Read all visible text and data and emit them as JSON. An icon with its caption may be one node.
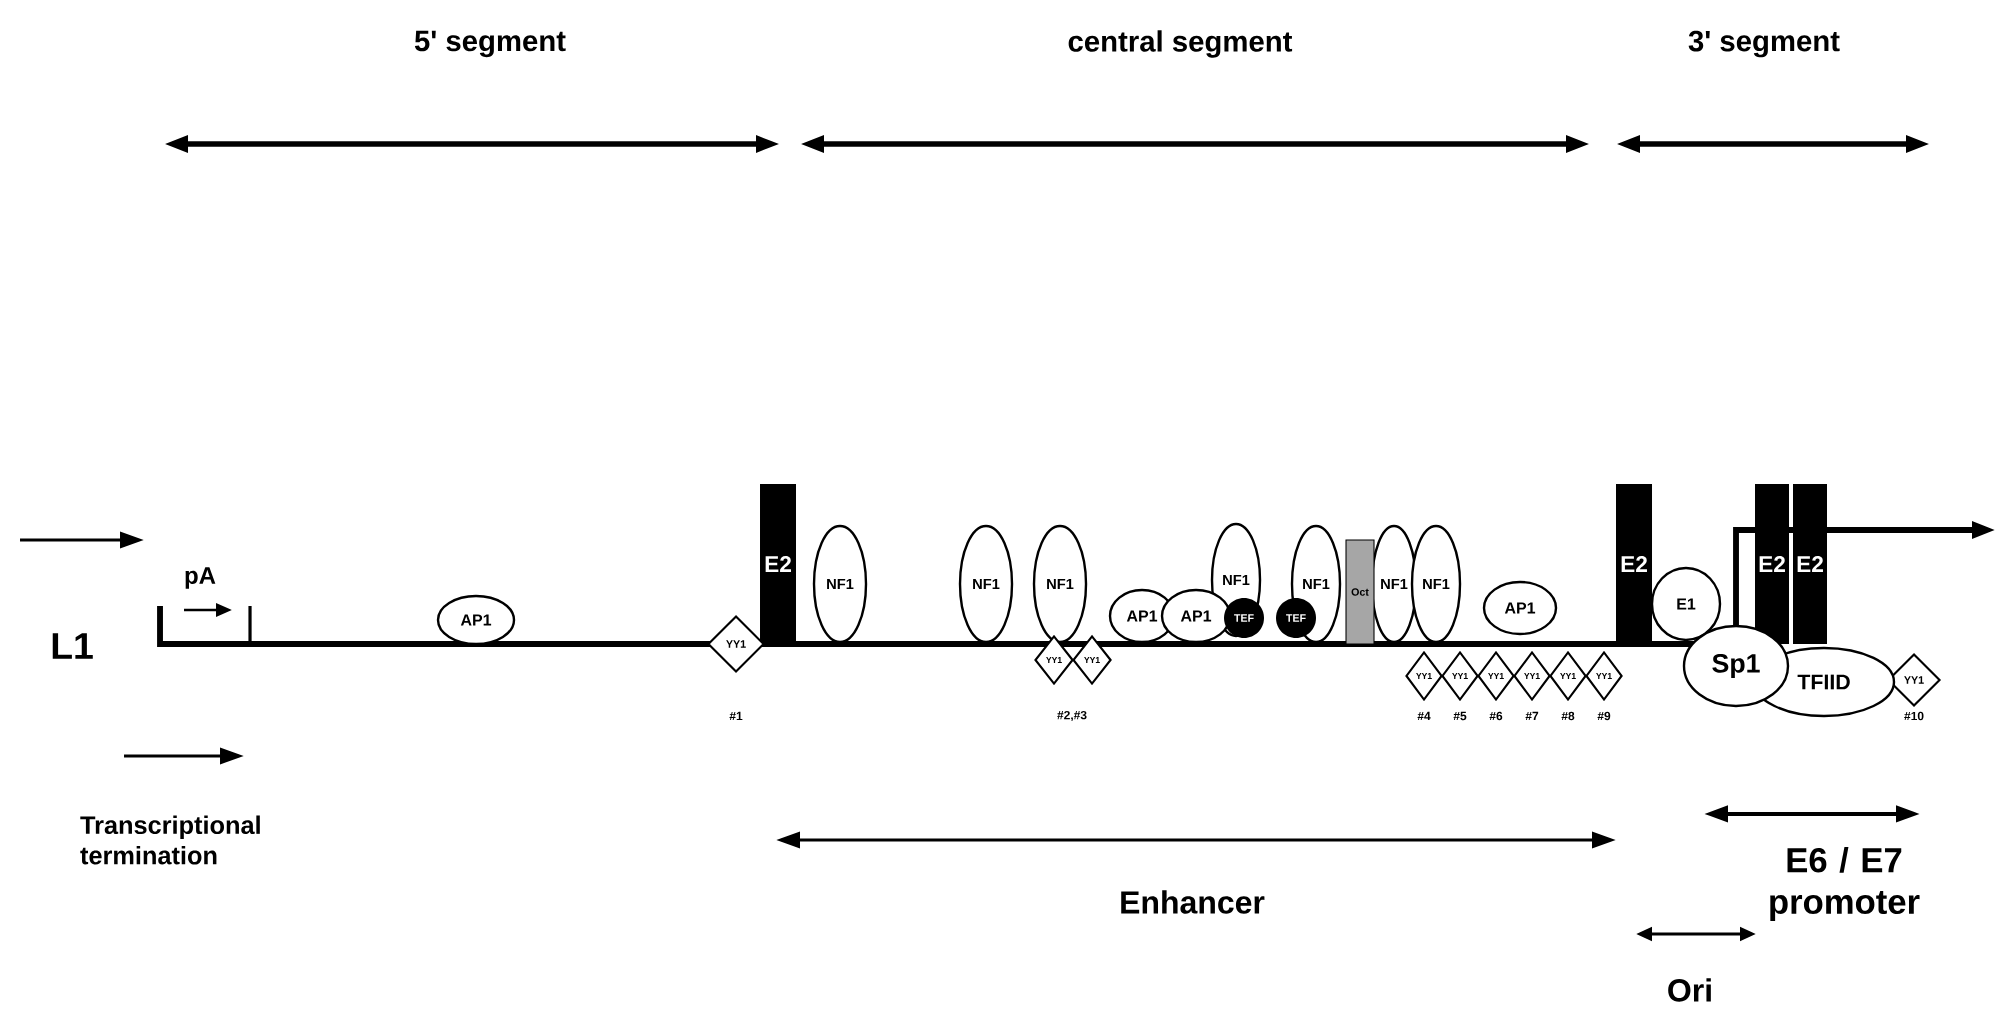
{
  "diagram": {
    "nodes": [
      {
        "text": [
          "AP1"
        ]
      },
      {
        "text": [
          "YY1"
        ]
      },
      {
        "text": [
          "E2"
        ]
      },
      {
        "text": [
          "NF1"
        ]
      },
      {
        "text": [
          "NF1"
        ]
      },
      {
        "text": [
          "NF1"
        ]
      },
      {
        "text": [
          "YY1"
        ]
      },
      {
        "text": [
          "YY1"
        ]
      },
      {
        "text": [
          "AP1"
        ]
      },
      {
        "text": [
          "AP1"
        ]
      },
      {
        "text": [
          "NF1"
        ]
      },
      {
        "text": [
          "TEF"
        ]
      },
      {
        "text": [
          "NF1"
        ]
      },
      {
        "text": [
          "TEF"
        ]
      },
      {
        "text": [
          "Oct"
        ]
      },
      {
        "text": [
          "NF1"
        ]
      },
      {
        "text": [
          "NF1"
        ]
      },
      {
        "text": [
          "AP1"
        ]
      },
      {
        "text": [
          "YY1"
        ]
      },
      {
        "text": [
          "YY1"
        ]
      },
      {
        "text": [
          "YY1"
        ]
      },
      {
        "text": [
          "YY1"
        ]
      },
      {
        "text": [
          "YY1"
        ]
      },
      {
        "text": [
          "YY1"
        ]
      },
      {
        "text": [
          "E2"
        ]
      },
      {
        "text": [
          "E1"
        ]
      },
      {
        "text": [
          "E2"
        ]
      },
      {
        "text": [
          "E2"
        ]
      },
      {
        "text": [
          "Sp1"
        ]
      },
      {
        "text": [
          "TFIID"
        ]
      },
      {
        "text": [
          "YY1"
        ]
      }
    ],
    "labels": [
      "5' segment",
      "central segment",
      "3' segment",
      "L1",
      "pA",
      "#1",
      "#2,#3",
      "#4",
      "#5",
      "#6",
      "#7",
      "#8",
      "#9",
      "#10",
      "Transcriptional termination",
      "E6 / E7 promoter",
      "Enhancer",
      "Ori"
    ]
  }
}
